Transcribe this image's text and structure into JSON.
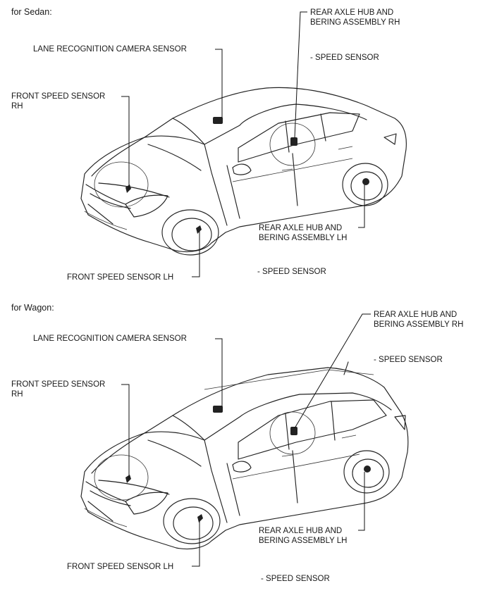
{
  "sections": [
    {
      "heading": "for Sedan:",
      "labels": {
        "camera": "LANE RECOGNITION CAMERA SENSOR",
        "front_rh_1": "FRONT SPEED SENSOR",
        "front_rh_2": "RH",
        "rear_rh_1": "REAR AXLE HUB AND",
        "rear_rh_2": "BERING ASSEMBLY RH",
        "rear_rh_speed": "- SPEED SENSOR",
        "rear_lh_1": "REAR AXLE HUB AND",
        "rear_lh_2": "BERING ASSEMBLY LH",
        "rear_lh_speed": "- SPEED SENSOR",
        "front_lh": "FRONT SPEED SENSOR LH"
      }
    },
    {
      "heading": "for Wagon:",
      "labels": {
        "camera": "LANE RECOGNITION CAMERA SENSOR",
        "front_rh_1": "FRONT SPEED SENSOR",
        "front_rh_2": "RH",
        "rear_rh_1": "REAR AXLE HUB AND",
        "rear_rh_2": "BERING ASSEMBLY RH",
        "rear_rh_speed": "- SPEED SENSOR",
        "rear_lh_1": "REAR AXLE HUB AND",
        "rear_lh_2": "BERING ASSEMBLY LH",
        "rear_lh_speed": "- SPEED SENSOR",
        "front_lh": "FRONT SPEED SENSOR LH"
      }
    }
  ]
}
